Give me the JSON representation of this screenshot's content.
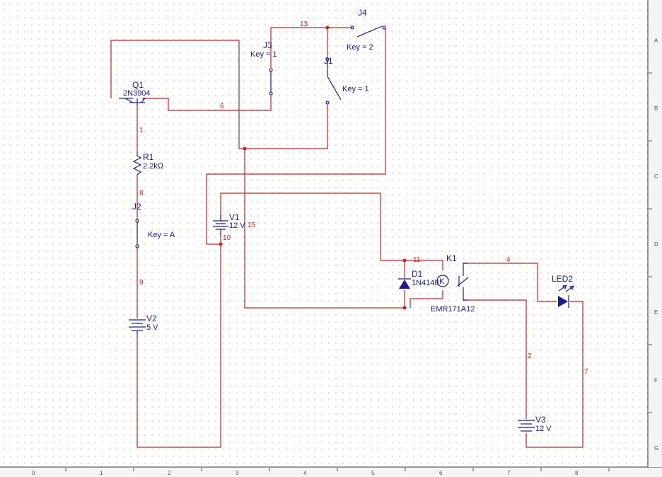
{
  "components": {
    "q1": {
      "ref": "Q1",
      "value": "2N3904"
    },
    "r1": {
      "ref": "R1",
      "value": "2.2kΩ"
    },
    "j2": {
      "ref": "J2",
      "key": "Key = A"
    },
    "j3": {
      "ref": "J3",
      "key": "Key = 1"
    },
    "j1": {
      "ref": "J1",
      "key": "Key = 1"
    },
    "j4": {
      "ref": "J4",
      "key": "Key = 2"
    },
    "v1": {
      "ref": "V1",
      "value": "12 V"
    },
    "v2": {
      "ref": "V2",
      "value": "5 V"
    },
    "v3": {
      "ref": "V3",
      "value": "12 V"
    },
    "d1": {
      "ref": "D1",
      "value": "1N4148"
    },
    "k1": {
      "ref": "K1",
      "value": "EMR171A12"
    },
    "led2": {
      "ref": "LED2"
    }
  },
  "nets": {
    "n1": "1",
    "n2": "2",
    "n4": "4",
    "n6": "6",
    "n7": "7",
    "n8": "8",
    "n9": "9",
    "n10": "10",
    "n11": "11",
    "n13": "13",
    "n15": "15"
  },
  "ruler": {
    "bottom": [
      "0",
      "1",
      "2",
      "3",
      "4",
      "5",
      "6",
      "7",
      "8"
    ],
    "right": [
      "A",
      "B",
      "C",
      "D",
      "E",
      "F",
      "G"
    ]
  }
}
